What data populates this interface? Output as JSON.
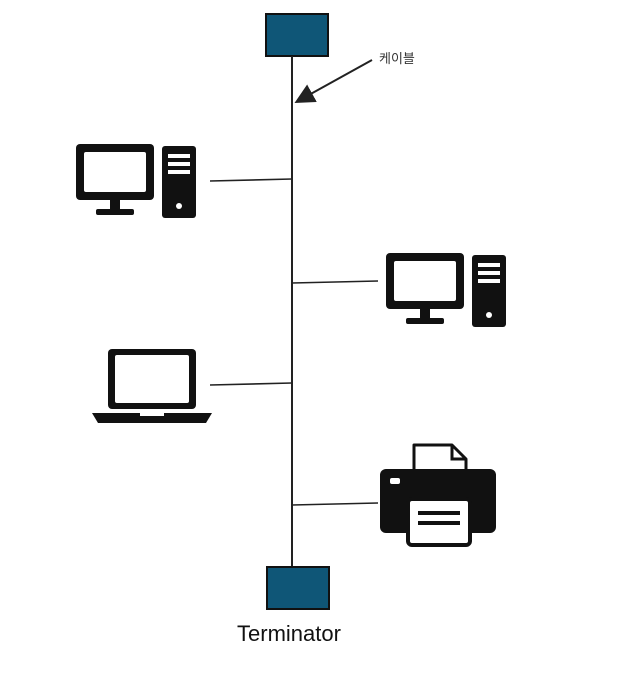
{
  "diagram": {
    "cable_label": "케이블",
    "terminator_label": "Terminator",
    "colors": {
      "terminator": "#0f5677",
      "line": "#222222",
      "device": "#111111"
    },
    "devices": [
      {
        "type": "desktop",
        "side": "left",
        "icon": "desktop-computer-icon"
      },
      {
        "type": "desktop",
        "side": "right",
        "icon": "desktop-computer-icon"
      },
      {
        "type": "laptop",
        "side": "left",
        "icon": "laptop-icon"
      },
      {
        "type": "printer",
        "side": "right",
        "icon": "printer-icon"
      }
    ]
  }
}
